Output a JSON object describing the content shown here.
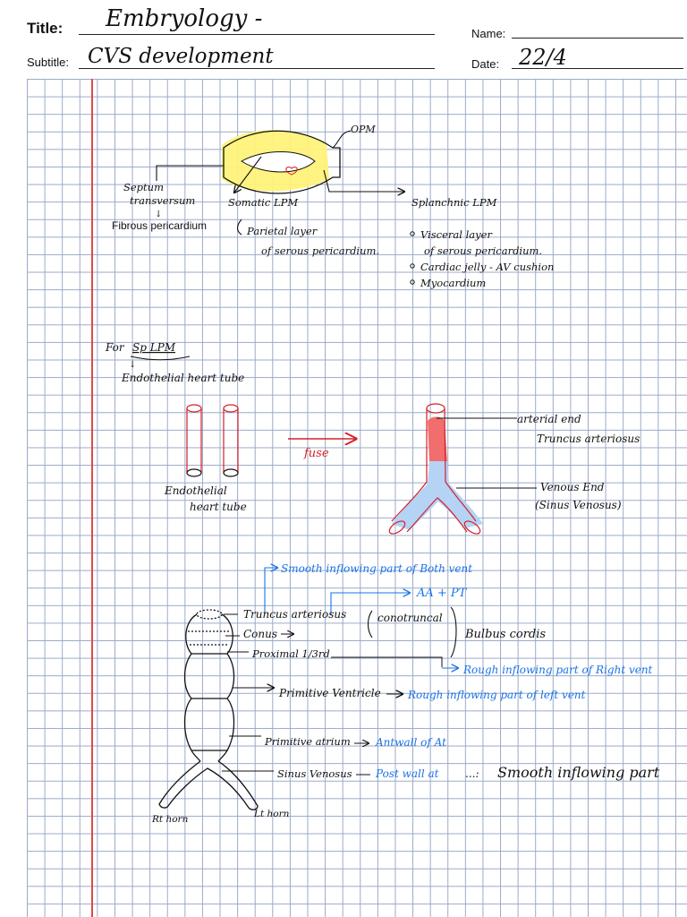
{
  "header": {
    "title_label": "Title:",
    "title_value": "Embryology -",
    "subtitle_label": "Subtitle:",
    "subtitle_value": "CVS development",
    "name_label": "Name:",
    "name_value": "",
    "date_label": "Date:",
    "date_value": "22/4"
  },
  "section1": {
    "opm": "OPM",
    "septum": "Septum",
    "transversum": "transversum",
    "fibrous": "Fibrous pericardium",
    "somatic": "Somatic LPM",
    "parietal1": "Parietal layer",
    "parietal2": "of serous pericardium.",
    "splanchnic": "Splanchnic LPM",
    "visceral1": "Visceral layer",
    "visceral2": "of serous pericardium.",
    "cardiac_jelly": "Cardiac jelly - AV cushion",
    "myocardium": "Myocardium"
  },
  "section2": {
    "for_label": "For",
    "sp_lpm": "Sp LPM",
    "endo_tube": "Endothelial heart tube",
    "tubes_label1": "Endothelial",
    "tubes_label2": "heart tube",
    "fuse": "fuse",
    "arterial_end": "arterial end",
    "truncus": "Truncus arteriosus",
    "venous_end": "Venous End",
    "sinus_venosus": "(Sinus Venosus)"
  },
  "section3": {
    "smooth_both": "Smooth inflowing part of Both vent",
    "aa_pt": "AA + PT",
    "truncus_arteriosus": "Truncus arteriosus",
    "conus": "Conus",
    "proximal": "Proximal 1/3rd",
    "conotruncal": "conotruncal",
    "bulbus_cordis": "Bulbus cordis",
    "rough_right": "Rough inflowing part of Right vent",
    "primitive_ventricle": "Primitive Ventricle",
    "rough_left": "Rough inflowing part of left vent",
    "primitive_atrium": "Primitive atrium",
    "antwall": "Antwall of At",
    "sinus_venosus": "Sinus Venosus",
    "postwall": "Post wall at",
    "dots": "...:",
    "smooth_inflowing": "Smooth inflowing part",
    "rt_horn": "Rt horn",
    "lt_horn": "Lt horn"
  },
  "colors": {
    "ink": "#111111",
    "blue_ink": "#1a73e8",
    "red_ink": "#d4202a",
    "highlight_yellow": "#fff27a",
    "red_fill": "#f26d6d",
    "blue_fill": "#b5d3f5",
    "grid_line": "#9aa9c7",
    "margin_red": "#e2474b"
  }
}
